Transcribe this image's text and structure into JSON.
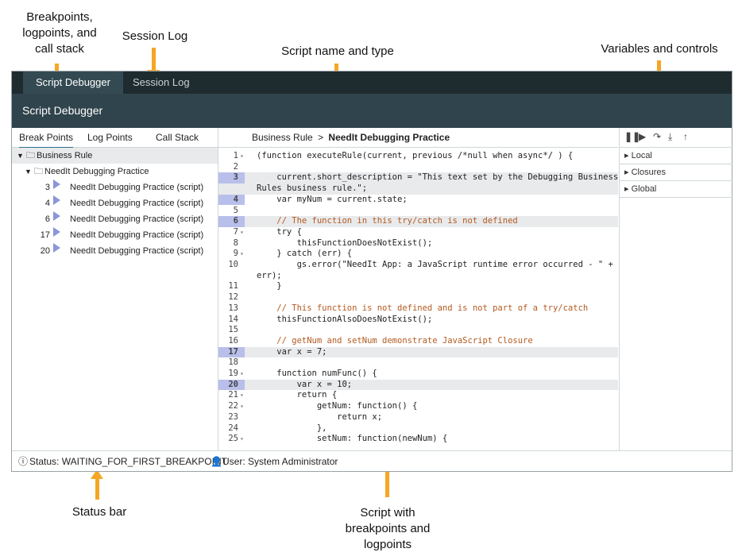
{
  "annotations": {
    "breakpoints": "Breakpoints, logpoints, and call stack",
    "session_log": "Session Log",
    "script_name": "Script name and type",
    "variables": "Variables and controls",
    "status_bar": "Status bar",
    "script_with": "Script with breakpoints and logpoints"
  },
  "topbar": {
    "tab_debugger": "Script Debugger",
    "tab_log": "Session Log"
  },
  "title": "Script Debugger",
  "left_tabs": [
    "Break Points",
    "Log Points",
    "Call Stack"
  ],
  "tree": {
    "root": "Business Rule",
    "child": "NeedIt Debugging Practice",
    "items": [
      {
        "line": "3",
        "label": "NeedIt Debugging Practice (script)"
      },
      {
        "line": "4",
        "label": "NeedIt Debugging Practice (script)"
      },
      {
        "line": "6",
        "label": "NeedIt Debugging Practice (script)"
      },
      {
        "line": "17",
        "label": "NeedIt Debugging Practice (script)"
      },
      {
        "line": "20",
        "label": "NeedIt Debugging Practice (script)"
      }
    ]
  },
  "breadcrumb": {
    "type": "Business Rule",
    "sep": ">",
    "name": "NeedIt Debugging Practice"
  },
  "code_lines": [
    {
      "n": "1",
      "text": "(function executeRule(current, previous /*null when async*/ ) {"
    },
    {
      "n": "2",
      "text": ""
    },
    {
      "n": "3",
      "text": "    current.short_description = \"This text set by the Debugging Business"
    },
    {
      "n": "",
      "text": "Rules business rule.\";"
    },
    {
      "n": "4",
      "text": "    var myNum = current.state;"
    },
    {
      "n": "5",
      "text": ""
    },
    {
      "n": "6",
      "text": "    // The function in this try/catch is not defined"
    },
    {
      "n": "7",
      "text": "    try {"
    },
    {
      "n": "8",
      "text": "        thisFunctionDoesNotExist();"
    },
    {
      "n": "9",
      "text": "    } catch (err) {"
    },
    {
      "n": "10",
      "text": "        gs.error(\"NeedIt App: a JavaScript runtime error occurred - \" +"
    },
    {
      "n": "",
      "text": "err);"
    },
    {
      "n": "11",
      "text": "    }"
    },
    {
      "n": "12",
      "text": ""
    },
    {
      "n": "13",
      "text": "    // This function is not defined and is not part of a try/catch"
    },
    {
      "n": "14",
      "text": "    thisFunctionAlsoDoesNotExist();"
    },
    {
      "n": "15",
      "text": ""
    },
    {
      "n": "16",
      "text": "    // getNum and setNum demonstrate JavaScript Closure"
    },
    {
      "n": "17",
      "text": "    var x = 7;"
    },
    {
      "n": "18",
      "text": ""
    },
    {
      "n": "19",
      "text": "    function numFunc() {"
    },
    {
      "n": "20",
      "text": "        var x = 10;"
    },
    {
      "n": "21",
      "text": "        return {"
    },
    {
      "n": "22",
      "text": "            getNum: function() {"
    },
    {
      "n": "23",
      "text": "                return x;"
    },
    {
      "n": "24",
      "text": "            },"
    },
    {
      "n": "25",
      "text": "            setNum: function(newNum) {"
    }
  ],
  "scopes": [
    "Local",
    "Closures",
    "Global"
  ],
  "status": {
    "text": "Status: WAITING_FOR_FIRST_BREAKPOINT",
    "user": "User: System Administrator"
  }
}
